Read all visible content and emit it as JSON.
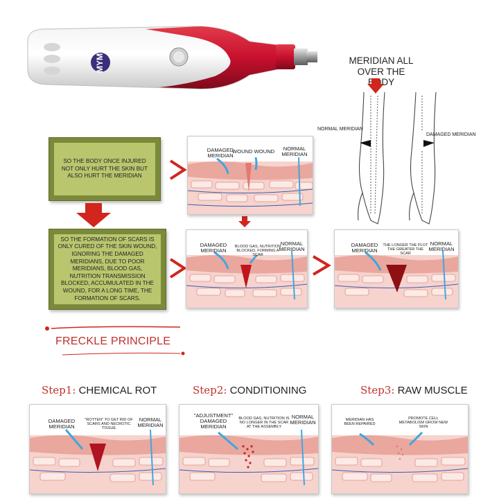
{
  "product": {
    "logo": "MYM",
    "body_color": "#c8102e"
  },
  "meridian": {
    "title_line1": "MERIDIAN ALL",
    "title_line2": "OVER THE BODY",
    "normal_label": "NORMAL MERIDIAN",
    "damaged_label": "DAMAGED MERIDIAN"
  },
  "boxes": {
    "box1": "SO THE BODY ONCE INJURED NOT ONLY HURT THE SKIN BUT ALSO HURT THE MERIDIAN",
    "box2": "SO THE FORMATION OF SCARS IS ONLY CURED OF THE SKIN WOUND, IGNORING THE DAMAGED MERIDIANS, DUE TO POOR MERIDIANS, BLOOD GAS, NUTRITION TRANSMISSION BLOCKED, ACCUMULATED IN THE WOUND, FOR A LONG TIME, THE FORMATION OF SCARS."
  },
  "panels": {
    "p1": {
      "damaged": "DAMAGED MERIDIAN",
      "wound": "WOUND WOUND",
      "normal": "NORMAL MERIDIAN"
    },
    "p2": {
      "damaged": "DAMAGED MERIDIAN",
      "note": "BLOOD GAS, NUTRITION BLOCKED, FORMING A SCAR",
      "normal": "NORMAL MERIDIAN"
    },
    "p3": {
      "damaged": "DAMAGED MERIDIAN",
      "note": "THE LONGER THE PLOT THE GREATER THE SCAR",
      "normal": "NORMAL MERIDIAN"
    }
  },
  "freckle": {
    "title": "FRECKLE PRINCIPLE"
  },
  "steps": [
    {
      "num": "Step1:",
      "title": "CHEMICAL ROT",
      "damaged": "DAMAGED MERIDIAN",
      "note": "\"ROTTEN\" TO GET RID OF SCARS AND NECROTIC TISSUE",
      "normal": "NORMAL MERIDIAN"
    },
    {
      "num": "Step2:",
      "title": "CONDITIONING",
      "damaged": "\"ADJUSTMENT\" DAMAGED MERIDIAN",
      "note": "BLOOD GAS, NUTRITION IS NO LONGER IN THE SCAR AT THE ASSEMBLY",
      "normal": "NORMAL MERIDIAN"
    },
    {
      "num": "Step3:",
      "title": "RAW MUSCLE",
      "damaged": "MERIDIAN HAS BEEN REPAIRED",
      "note": "PROMOTE CELL METABOLISM GROW NEW SKIN",
      "normal": ""
    }
  ],
  "colors": {
    "accent_red": "#d0261d",
    "arrow_blue": "#3fa6e0",
    "box_green": "#b9c66e"
  }
}
